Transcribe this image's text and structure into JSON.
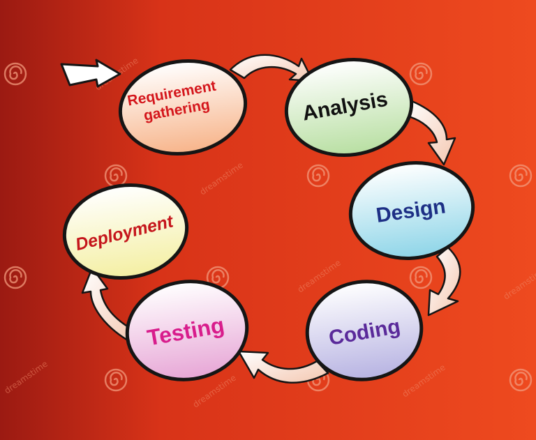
{
  "diagram": {
    "stages": [
      {
        "id": "requirement",
        "lines": [
          "Requirement",
          "gathering"
        ],
        "color": "#d4161c"
      },
      {
        "id": "analysis",
        "lines": [
          "Analysis"
        ],
        "color": "#111111"
      },
      {
        "id": "design",
        "lines": [
          "Design"
        ],
        "color": "#1d2f85"
      },
      {
        "id": "coding",
        "lines": [
          "Coding"
        ],
        "color": "#5a2a9a"
      },
      {
        "id": "testing",
        "lines": [
          "Testing"
        ],
        "color": "#d81d8c"
      },
      {
        "id": "deployment",
        "lines": [
          "Deployment"
        ],
        "color": "#c5161c"
      }
    ],
    "flow": [
      "requirement",
      "analysis",
      "design",
      "coding",
      "testing",
      "deployment"
    ]
  },
  "colors": {
    "background": "#e8401e",
    "background_dark": "#9a1a12",
    "outline": "#151515"
  },
  "watermark": {
    "text": "dreamstime",
    "icon": "spiral-icon"
  }
}
